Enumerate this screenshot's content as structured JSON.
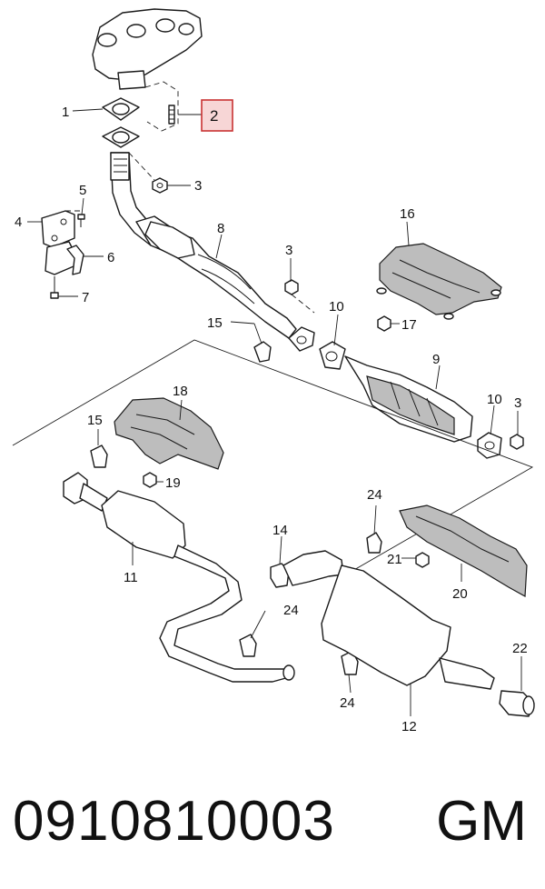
{
  "callouts": {
    "c1": "1",
    "c2": "2",
    "c3a": "3",
    "c3b": "3",
    "c3c": "3",
    "c4": "4",
    "c5": "5",
    "c6": "6",
    "c7": "7",
    "c8": "8",
    "c9": "9",
    "c10a": "10",
    "c10b": "10",
    "c11": "11",
    "c12": "12",
    "c14": "14",
    "c15a": "15",
    "c15b": "15",
    "c16": "16",
    "c17": "17",
    "c18": "18",
    "c19": "19",
    "c20": "20",
    "c21": "21",
    "c22": "22",
    "c24a": "24",
    "c24b": "24",
    "c24c": "24"
  },
  "footer": {
    "part_number": "0910810003",
    "brand": "GM"
  },
  "highlight_color": "#c83232"
}
